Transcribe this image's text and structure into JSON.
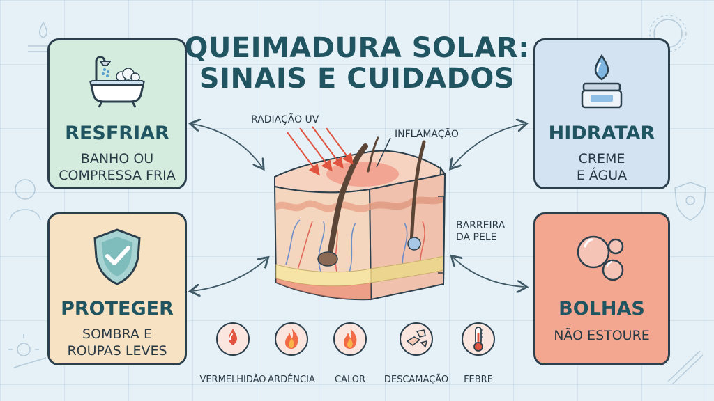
{
  "title": {
    "line1": "QUEIMADURA SOLAR:",
    "line2": "SINAIS E CUIDADOS"
  },
  "cards": {
    "resfriar": {
      "title": "RESFRIAR",
      "subtitle_line1": "BANHO OU",
      "subtitle_line2": "COMPRESSA FRIA",
      "color": "#d3ecde",
      "icon": "bathtub-icon"
    },
    "proteger": {
      "title": "PROTEGER",
      "subtitle_line1": "SOMBRA E",
      "subtitle_line2": "ROUPAS LEVES",
      "color": "#f8e2c4",
      "icon": "shield-check-icon"
    },
    "hidratar": {
      "title": "HIDRATAR",
      "subtitle_line1": "CREME",
      "subtitle_line2": "E ÁGUA",
      "color": "#d4e3f2",
      "icon": "cream-jar-icon"
    },
    "bolhas": {
      "title": "BOLHAS",
      "subtitle_line1": "NÃO ESTOURE",
      "color": "#f3a790",
      "icon": "blisters-icon"
    }
  },
  "skin_labels": {
    "radiation": "RADIAÇÃO UV",
    "inflammation": "INFLAMAÇÃO",
    "barrier_line1": "BARREIRA",
    "barrier_line2": "DA PELE"
  },
  "symptoms": [
    {
      "label": "VERMELHIDÃO",
      "icon": "red-drop-icon"
    },
    {
      "label": "ARDÊNCIA",
      "icon": "flame-icon"
    },
    {
      "label": "CALOR",
      "icon": "flame-icon"
    },
    {
      "label": "DESCAMAÇÃO",
      "icon": "peeling-skin-icon"
    },
    {
      "label": "FEBRE",
      "icon": "thermometer-icon"
    }
  ],
  "colors": {
    "title": "#1f5460",
    "outline": "#2b3f4c",
    "accent_red": "#e0533f",
    "arrow": "#3f5a66"
  }
}
